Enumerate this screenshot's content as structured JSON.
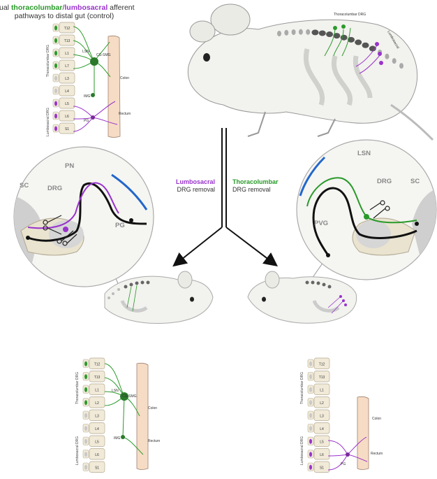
{
  "title": {
    "prefix": "Dual ",
    "thoracolumbar": "thoracolumbar",
    "slash": "/",
    "lumbosacral": "lumbosacral",
    "suffix": " afferent",
    "line2": "pathways to distal gut (control)"
  },
  "spine_labels": {
    "thoracolumbar_drg": "Thoracolumbar DRG",
    "lumbosacral_drg": "Lumbosacral DRG",
    "vertebrae": [
      "T12",
      "T13",
      "L1",
      "L2",
      "L3",
      "L4",
      "L5",
      "L6",
      "S1"
    ]
  },
  "top_panel": {
    "vertebrae": [
      "T12",
      "T13",
      "L1",
      "L7",
      "L3",
      "L4",
      "L5",
      "L6",
      "S1"
    ],
    "cg_smg": "CG-SMG",
    "lsn": "LSN",
    "img": "IMG",
    "pg": "PG",
    "colon": "Colon",
    "rectum": "Rectum"
  },
  "mouse_labels": {
    "thoracolumbar_drg": "Thoracolumbar DRG",
    "lumbosacral": "Lumbosacral"
  },
  "middle": {
    "lumbosacral": "Lumbosacral",
    "drg_removal": "DRG removal",
    "thoracolumbar": "Thoracolumbar"
  },
  "left_circle": {
    "pn": "PN",
    "sc": "SC",
    "drg": "DRG",
    "pg": "PG"
  },
  "right_circle": {
    "lsn": "LSN",
    "drg": "DRG",
    "sc": "SC",
    "pvg": "PVG"
  },
  "bottom_left": {
    "cg_smg": "CG-SMG",
    "lsn": "LSN",
    "img": "IMG",
    "colon": "Colon",
    "rectum": "Rectum"
  },
  "bottom_right": {
    "pg": "PG",
    "colon": "Colon",
    "rectum": "Rectum"
  },
  "colors": {
    "green": "#2a9a2a",
    "purple": "#9933cc",
    "bone": "#f1ead8",
    "gut": "#f6dcc4"
  }
}
